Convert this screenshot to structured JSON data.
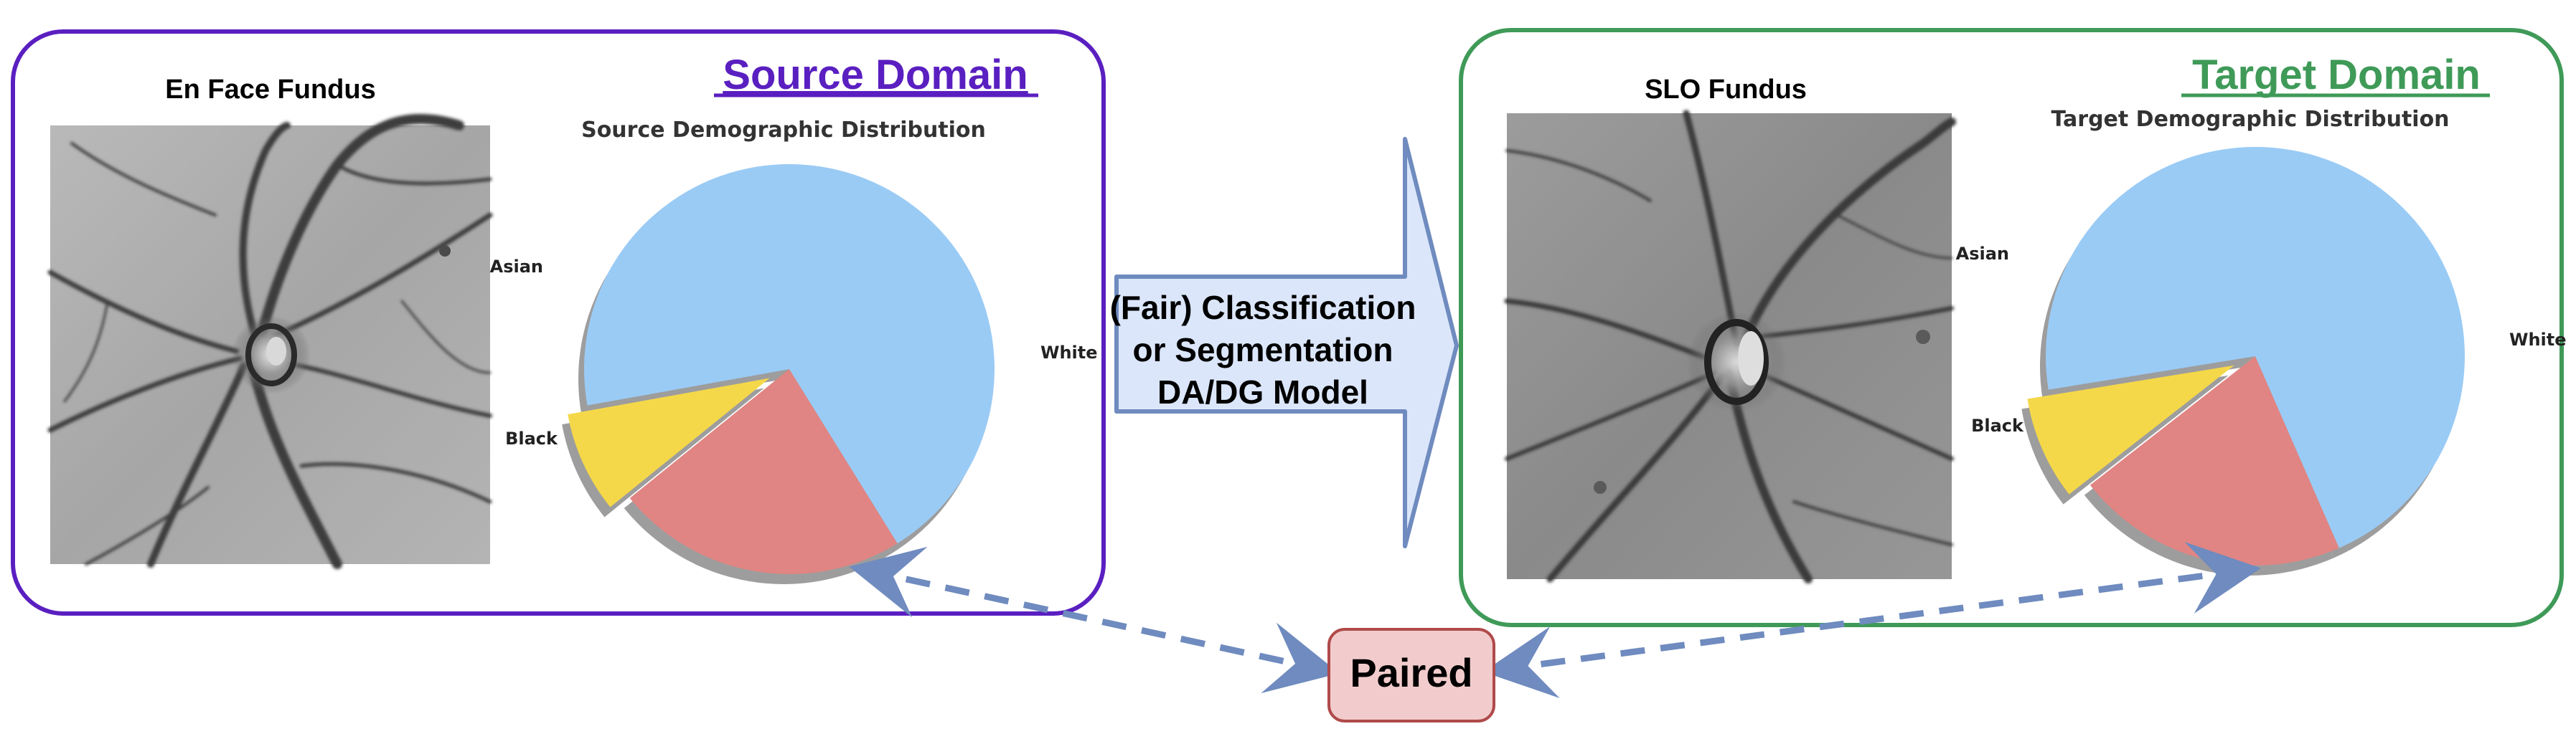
{
  "source_panel": {
    "domain_label": "Source Domain",
    "image_title": "En Face Fundus",
    "chart_title": "Source Demographic Distribution",
    "accent_color": "#5a1fc0"
  },
  "target_panel": {
    "domain_label": "Target Domain",
    "image_title": "SLO Fundus",
    "chart_title": "Target Demographic Distribution",
    "accent_color": "#3f9a58"
  },
  "model_arrow": {
    "lines": [
      "(Fair) Classification",
      "or Segmentation",
      "DA/DG Model"
    ],
    "fill_color": "#dbe6fa",
    "stroke_color": "#6f8bbf"
  },
  "paired_box": {
    "label": "Paired",
    "fill_color": "#f2cccc",
    "stroke_color": "#b04a4a"
  },
  "chart_data": [
    {
      "type": "pie",
      "title": "Source Demographic Distribution",
      "categories": [
        "White",
        "Asian",
        "Black"
      ],
      "values": [
        69,
        8,
        23
      ],
      "colors": [
        "#9acbf5",
        "#f5d84a",
        "#e08583"
      ],
      "exploded": [
        "Asian"
      ]
    },
    {
      "type": "pie",
      "title": "Target Demographic Distribution",
      "categories": [
        "White",
        "Asian",
        "Black"
      ],
      "values": [
        71,
        8,
        21
      ],
      "colors": [
        "#9acbf5",
        "#f5d84a",
        "#e08583"
      ],
      "exploded": [
        "Asian"
      ]
    }
  ]
}
